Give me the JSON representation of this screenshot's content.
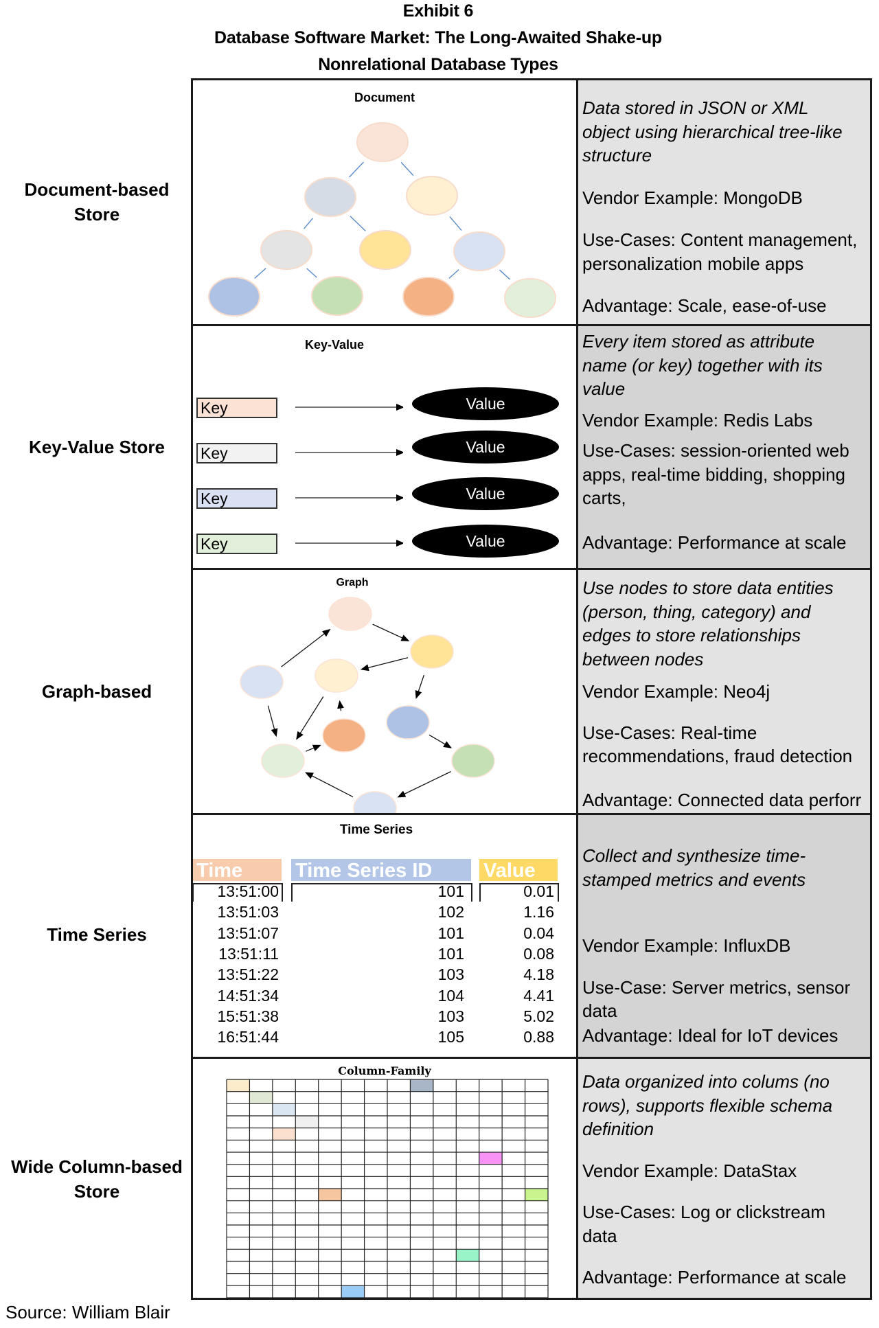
{
  "header": {
    "exhibit": "Exhibit 6",
    "title": "Database Software Market: The Long-Awaited Shake-up",
    "subtitle": "Nonrelational Database Types"
  },
  "source": "Source: William Blair",
  "rows": [
    {
      "label_lines": [
        "Document-based",
        "Store"
      ],
      "diagram_title": "Document",
      "description": "Data stored in JSON or XML object using hierarchical tree-like structure",
      "vendor": "Vendor Example: MongoDB",
      "use_cases": "Use-Cases: Content management, personalization mobile apps",
      "advantage": "Advantage: Scale, ease-of-use",
      "panel_color": "#e3e3e3"
    },
    {
      "label_lines": [
        "Key-Value Store"
      ],
      "diagram_title": "Key-Value",
      "description": "Every item stored as attribute name (or key) together with its value",
      "vendor": "Vendor Example: Redis Labs",
      "use_cases": "Use-Cases: session-oriented web apps, real-time bidding, shopping carts,",
      "advantage": "Advantage: Performance at scale",
      "panel_color": "#d4d4d4"
    },
    {
      "label_lines": [
        "Graph-based"
      ],
      "diagram_title": "Graph",
      "description": "Use nodes to store data entities (person, thing, category) and edges to store relationships between nodes",
      "vendor": "Vendor Example: Neo4j",
      "use_cases": "Use-Cases: Real-time recommendations, fraud detection",
      "advantage": "Advantage: Connected data perforr",
      "panel_color": "#e3e3e3"
    },
    {
      "label_lines": [
        "Time Series"
      ],
      "diagram_title": "Time Series",
      "description": "Collect and synthesize time-stamped metrics and events",
      "vendor": "Vendor Example: InfluxDB",
      "use_cases": "Use-Case: Server metrics, sensor data",
      "advantage": "Advantage: Ideal for IoT devices",
      "panel_color": "#d4d4d4"
    },
    {
      "label_lines": [
        "Wide Column-based",
        "Store"
      ],
      "diagram_title": "Column-Family",
      "description": "Data organized into colums (no rows), supports flexible schema definition",
      "vendor": "Vendor Example: DataStax",
      "use_cases": "Use-Cases: Log or clickstream data",
      "advantage": "Advantage: Performance at scale",
      "panel_color": "#e3e3e3"
    }
  ],
  "document_tree": {
    "nodes": [
      {
        "id": "root",
        "color": "#fae3d7"
      },
      {
        "id": "l1a",
        "color": "#d6dce5"
      },
      {
        "id": "l1b",
        "color": "#fff0d2"
      },
      {
        "id": "l2a",
        "color": "#e4e4e4"
      },
      {
        "id": "l2b",
        "color": "#ffe396"
      },
      {
        "id": "l2c",
        "color": "#d9e2f3"
      },
      {
        "id": "l3a",
        "color": "#aec2e6"
      },
      {
        "id": "l3b",
        "color": "#c5e0b4"
      },
      {
        "id": "l3c",
        "color": "#f4b183"
      },
      {
        "id": "l3d",
        "color": "#e2efda"
      }
    ],
    "edges": [
      [
        "root",
        "l1a"
      ],
      [
        "root",
        "l1b"
      ],
      [
        "l1a",
        "l2a"
      ],
      [
        "l1a",
        "l2b"
      ],
      [
        "l1b",
        "l2c"
      ],
      [
        "l2a",
        "l3a"
      ],
      [
        "l2a",
        "l3b"
      ],
      [
        "l2c",
        "l3c"
      ],
      [
        "l2c",
        "l3d"
      ]
    ],
    "edge_color": "#5b8bc9"
  },
  "key_value": {
    "pairs": [
      {
        "key": "Key",
        "value": "Value",
        "key_color": "#fbe2d5"
      },
      {
        "key": "Key",
        "value": "Value",
        "key_color": "#f2f2f2"
      },
      {
        "key": "Key",
        "value": "Value",
        "key_color": "#d9e1f2"
      },
      {
        "key": "Key",
        "value": "Value",
        "key_color": "#e2efda"
      }
    ]
  },
  "graph": {
    "nodes": [
      {
        "id": "top",
        "color": "#fae3d7"
      },
      {
        "id": "yellow",
        "color": "#ffe396"
      },
      {
        "id": "left",
        "color": "#d9e2f3"
      },
      {
        "id": "center",
        "color": "#fff0d2"
      },
      {
        "id": "orange",
        "color": "#f4b183"
      },
      {
        "id": "blue",
        "color": "#aec2e6"
      },
      {
        "id": "lightgreen",
        "color": "#e2efda"
      },
      {
        "id": "green",
        "color": "#c5e0b4"
      },
      {
        "id": "bottom",
        "color": "#d9e2f3"
      }
    ],
    "edges": [
      [
        "left",
        "top"
      ],
      [
        "top",
        "yellow"
      ],
      [
        "yellow",
        "center"
      ],
      [
        "yellow",
        "blue"
      ],
      [
        "left",
        "lightgreen"
      ],
      [
        "center",
        "lightgreen"
      ],
      [
        "lightgreen",
        "orange"
      ],
      [
        "orange",
        "center"
      ],
      [
        "blue",
        "green"
      ],
      [
        "green",
        "bottom"
      ],
      [
        "bottom",
        "lightgreen"
      ]
    ]
  },
  "time_series": {
    "headers": [
      {
        "label": "Time",
        "color": "#f8cbad"
      },
      {
        "label": "Time Series ID",
        "color": "#b4c6e7"
      },
      {
        "label": "Value",
        "color": "#ffd966"
      }
    ],
    "rows": [
      [
        "13:51:00",
        "101",
        "0.01"
      ],
      [
        "13:51:03",
        "102",
        "1.16"
      ],
      [
        "13:51:07",
        "101",
        "0.04"
      ],
      [
        "13:51:11",
        "101",
        "0.08"
      ],
      [
        "13:51:22",
        "103",
        "4.18"
      ],
      [
        "14:51:34",
        "104",
        "4.41"
      ],
      [
        "15:51:38",
        "103",
        "5.02"
      ],
      [
        "16:51:44",
        "105",
        "0.88"
      ]
    ]
  },
  "column_family": {
    "columns": 14,
    "rows": 18,
    "highlighted_cells": [
      {
        "row": 0,
        "col": 0,
        "color": "#fdeccb"
      },
      {
        "row": 0,
        "col": 8,
        "color": "#a8b6c8"
      },
      {
        "row": 1,
        "col": 1,
        "color": "#dfe9d6"
      },
      {
        "row": 2,
        "col": 2,
        "color": "#dae7f3"
      },
      {
        "row": 3,
        "col": 3,
        "color": "#f0f0f0"
      },
      {
        "row": 4,
        "col": 2,
        "color": "#fbe0d0"
      },
      {
        "row": 6,
        "col": 11,
        "color": "#f992f7"
      },
      {
        "row": 9,
        "col": 4,
        "color": "#f6c6a0"
      },
      {
        "row": 9,
        "col": 13,
        "color": "#c9f58f"
      },
      {
        "row": 14,
        "col": 10,
        "color": "#99f5c8"
      },
      {
        "row": 17,
        "col": 5,
        "color": "#99ccf7"
      }
    ]
  }
}
